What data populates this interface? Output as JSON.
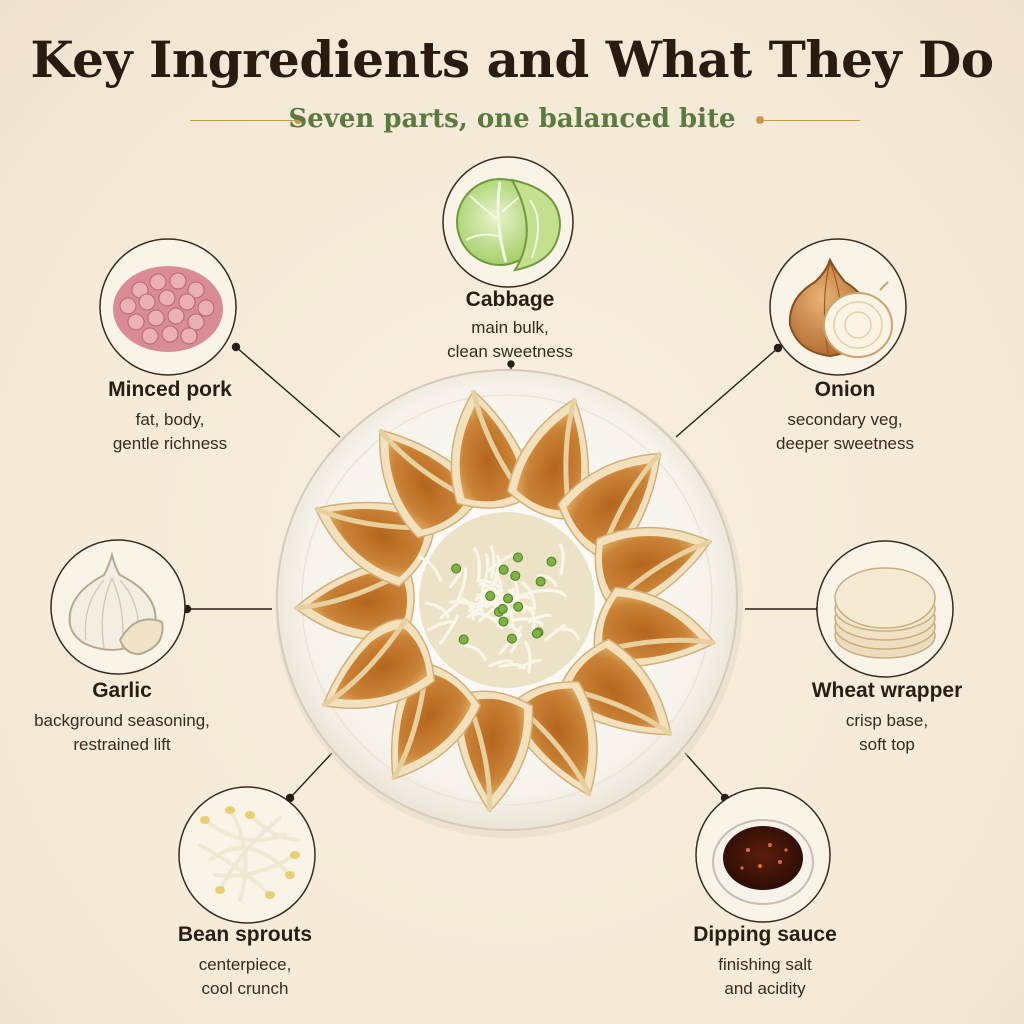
{
  "title": "Key Ingredients and What They Do",
  "subtitle": "Seven parts, one balanced bite",
  "ingredients": [
    {
      "name": "Cabbage",
      "desc_line1": "main bulk,",
      "desc_line2": "clean sweetness",
      "icon": "cabbage-icon"
    },
    {
      "name": "Minced pork",
      "desc_line1": "fat, body,",
      "desc_line2": "gentle richness",
      "icon": "minced-pork-icon"
    },
    {
      "name": "Onion",
      "desc_line1": "secondary veg,",
      "desc_line2": "deeper sweetness",
      "icon": "onion-icon"
    },
    {
      "name": "Garlic",
      "desc_line1": "background seasoning,",
      "desc_line2": "restrained lift",
      "icon": "garlic-icon"
    },
    {
      "name": "Wheat wrapper",
      "desc_line1": "crisp base,",
      "desc_line2": "soft top",
      "icon": "wheat-wrapper-icon"
    },
    {
      "name": "Bean sprouts",
      "desc_line1": "centerpiece,",
      "desc_line2": "cool crunch",
      "icon": "bean-sprouts-icon"
    },
    {
      "name": "Dipping sauce",
      "desc_line1": "finishing salt",
      "desc_line2": "and acidity",
      "icon": "dipping-sauce-icon"
    }
  ],
  "colors": {
    "background": "#f7ecdb",
    "accent": "#5b7a3f",
    "gold": "#c49a4e",
    "text": "#2b1d14"
  }
}
